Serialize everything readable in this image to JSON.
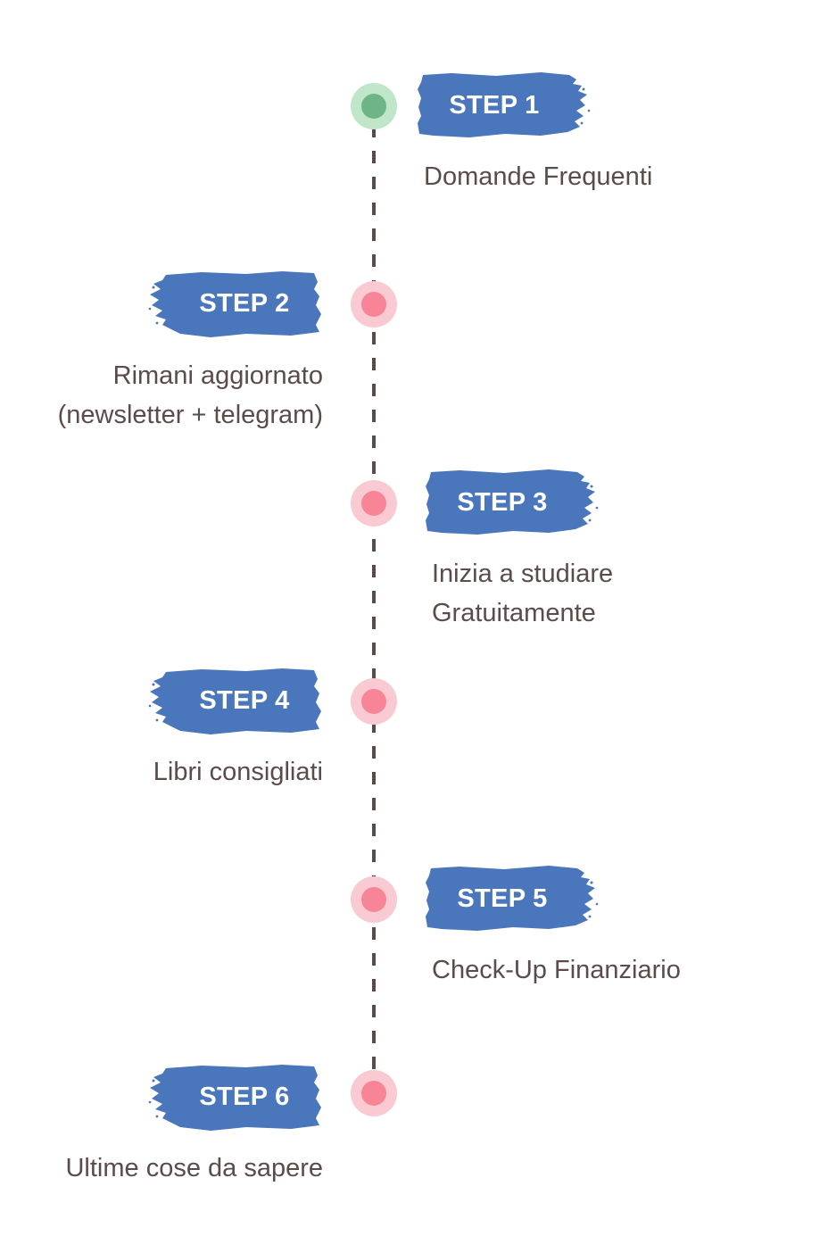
{
  "colors": {
    "badge": "#4a76bb",
    "text": "#5b4c4c",
    "line": "#5a4b4b",
    "node_done_outer": "#bfe6c8",
    "node_done_inner": "#6db587",
    "node_todo_outer": "#f9cad2",
    "node_todo_inner": "#f78497"
  },
  "steps": [
    {
      "label": "STEP 1",
      "status": "done",
      "side": "right",
      "lines": [
        "Domande Frequenti"
      ]
    },
    {
      "label": "STEP 2",
      "status": "todo",
      "side": "left",
      "lines": [
        "Rimani aggiornato",
        "(newsletter + telegram)"
      ]
    },
    {
      "label": "STEP 3",
      "status": "todo",
      "side": "right",
      "lines": [
        "Inizia a studiare",
        "Gratuitamente"
      ]
    },
    {
      "label": "STEP 4",
      "status": "todo",
      "side": "left",
      "lines": [
        "Libri consigliati"
      ]
    },
    {
      "label": "STEP 5",
      "status": "todo",
      "side": "right",
      "lines": [
        "Check-Up Finanziario"
      ]
    },
    {
      "label": "STEP 6",
      "status": "todo",
      "side": "left",
      "lines": [
        "Ultime cose da sapere"
      ]
    }
  ]
}
